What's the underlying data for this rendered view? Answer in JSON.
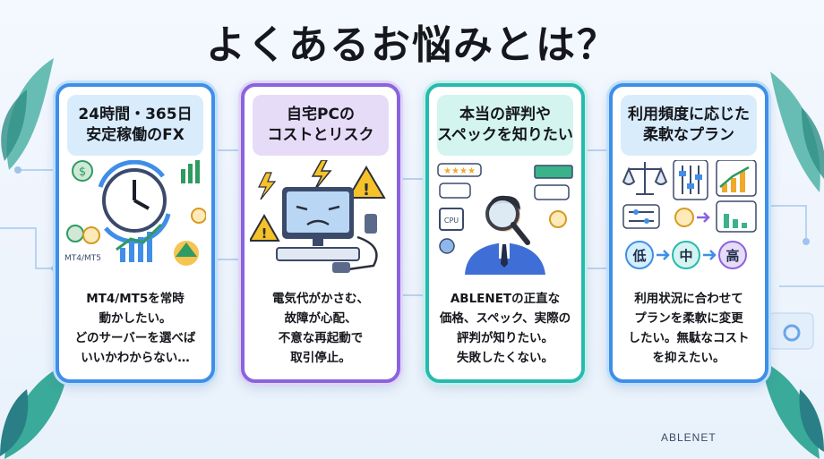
{
  "title": "よくあるお悩みとは？",
  "brand": "ABLENET",
  "colors": {
    "blue": "#3f8ee8",
    "purple": "#8a63dd",
    "teal": "#27b9b0",
    "leaf": "#3aaa9a"
  },
  "cards": [
    {
      "head": [
        "24時間・365日",
        "安定稼働のFX"
      ],
      "icon_label": "MT4/MT5",
      "body": [
        "MT4/MT5を常時",
        "動かしたい。",
        "どのサーバーを選べば",
        "いいかわからない…"
      ]
    },
    {
      "head": [
        "自宅PCの",
        "コストとリスク"
      ],
      "body": [
        "電気代がかさむ、",
        "故障が心配、",
        "不意な再起動で",
        "取引停止。"
      ]
    },
    {
      "head": [
        "本当の評判や",
        "スペックを知りたい"
      ],
      "icon_label": "CPU",
      "body": [
        "ABLENETの正直な",
        "価格、スペック、実際の",
        "評判が知りたい。",
        "失敗したくない。"
      ]
    },
    {
      "head": [
        "利用頻度に応じた",
        "柔軟なプラン"
      ],
      "tiers": [
        "低",
        "中",
        "高"
      ],
      "body": [
        "利用状況に合わせて",
        "プランを柔軟に変更",
        "したい。無駄なコスト",
        "を抑えたい。"
      ]
    }
  ]
}
